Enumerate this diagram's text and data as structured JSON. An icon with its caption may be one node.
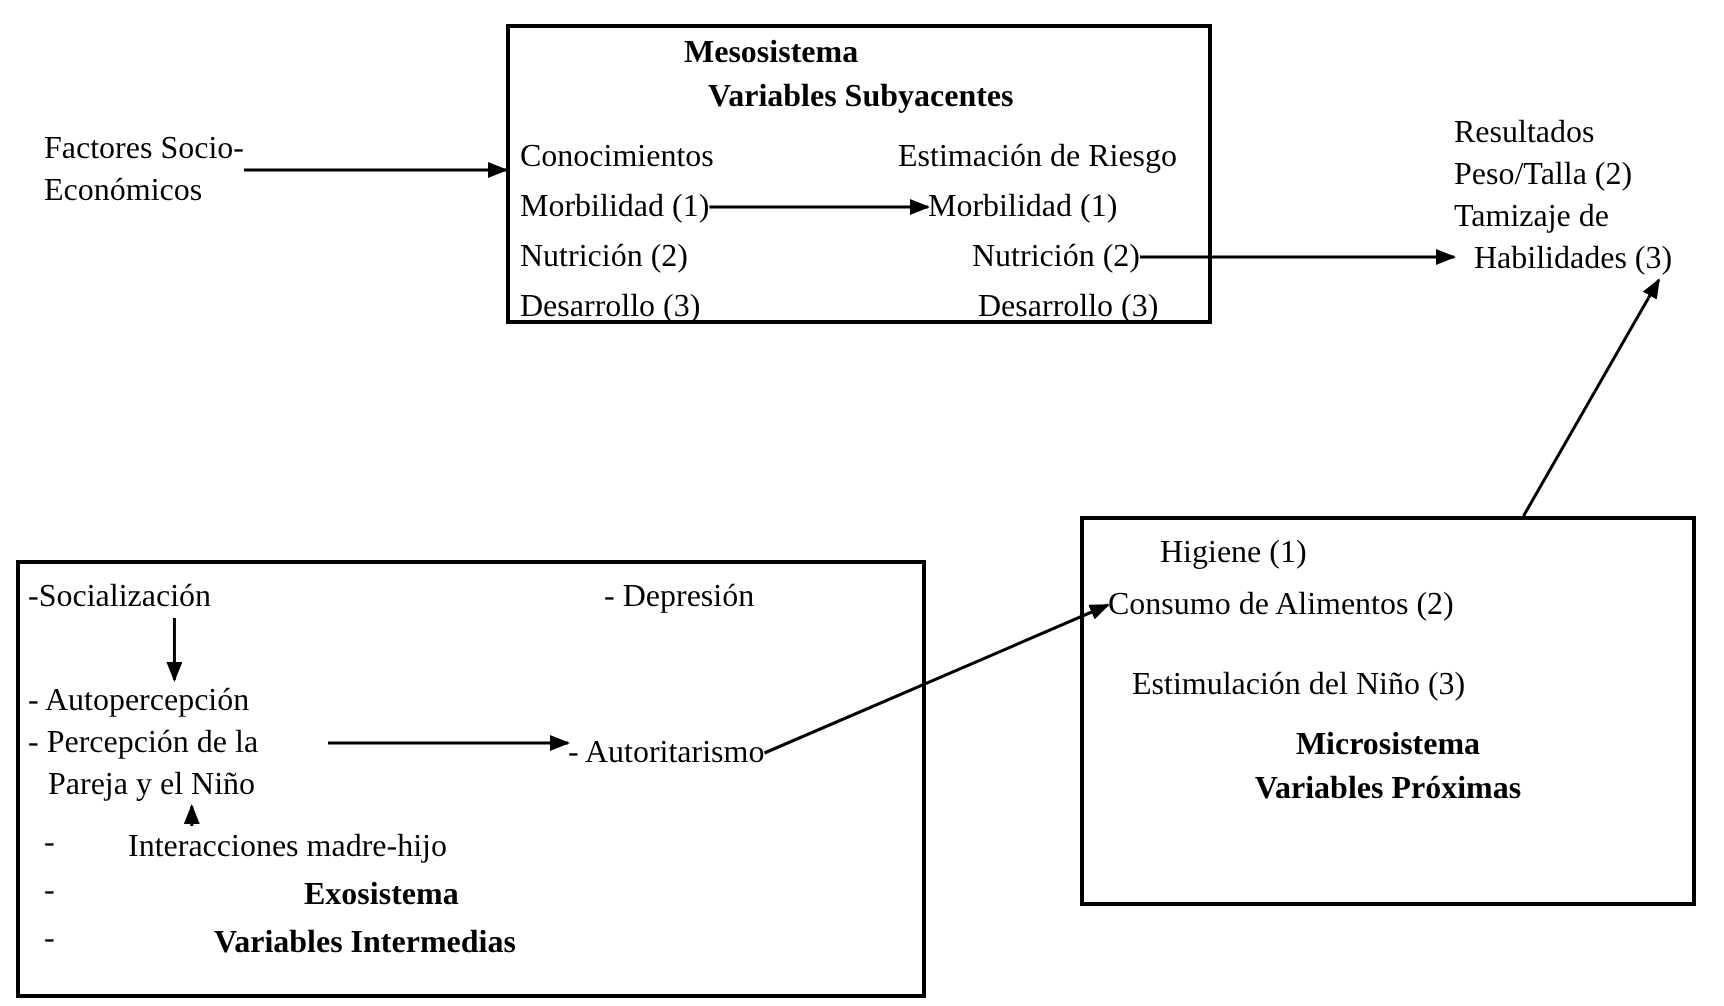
{
  "diagram": {
    "nodes": [
      {
        "text": [
          "Factores Socio-Económicos"
        ]
      },
      {
        "text": [
          "Mesosistema",
          "Variables Subyacentes"
        ]
      },
      {
        "text": [
          "Conocimientos"
        ],
        "in": 1
      },
      {
        "text": [
          "Estimación de Riesgo"
        ],
        "in": 1
      },
      {
        "text": [
          "Morbilidad (1)"
        ],
        "in": 1
      },
      {
        "text": [
          "Morbilidad (1)"
        ],
        "in": 1
      },
      {
        "text": [
          "Nutrición (2)"
        ],
        "in": 1
      },
      {
        "text": [
          "Nutrición (2)"
        ],
        "in": 1
      },
      {
        "text": [
          "Desarrollo (3)"
        ],
        "in": 1
      },
      {
        "text": [
          "Desarrollo (3)"
        ],
        "in": 1
      },
      {
        "text": [
          "Resultados",
          "Peso/Talla (2)",
          "Tamizaje de Habilidades (3)"
        ]
      },
      {
        "text": [
          "Exosistema",
          "Variables Intermedias"
        ]
      },
      {
        "text": [
          "-Socialización"
        ],
        "in": 11
      },
      {
        "text": [
          "- Depresión"
        ],
        "in": 11
      },
      {
        "text": [
          "- Autopercepción",
          "- Percepción de la Pareja y el Niño"
        ],
        "in": 11
      },
      {
        "text": [
          "- Autoritarismo"
        ],
        "in": 11
      },
      {
        "text": [
          "Interacciones madre-hijo"
        ],
        "in": 11
      },
      {
        "text": [
          "Microsistema",
          "Variables Próximas"
        ]
      },
      {
        "text": [
          "Higiene (1)"
        ],
        "in": 17
      },
      {
        "text": [
          "Consumo de Alimentos (2)"
        ],
        "in": 17
      },
      {
        "text": [
          "Estimulación del Niño (3)"
        ],
        "in": 17
      }
    ],
    "edges": [
      {
        "from": 0,
        "to": 1,
        "arrow": "to"
      },
      {
        "from": 4,
        "to": 5,
        "arrow": "to"
      },
      {
        "from": 7,
        "to": 10,
        "arrow": "to"
      },
      {
        "from": 17,
        "to": 10,
        "arrow": "to"
      },
      {
        "from": 12,
        "to": 14,
        "arrow": "to"
      },
      {
        "from": 16,
        "to": 14,
        "arrow": "to"
      },
      {
        "from": 14,
        "to": 15,
        "arrow": "to"
      },
      {
        "from": 15,
        "to": 19,
        "arrow": "to"
      }
    ],
    "labels": [
      "-",
      "-",
      "-"
    ]
  }
}
